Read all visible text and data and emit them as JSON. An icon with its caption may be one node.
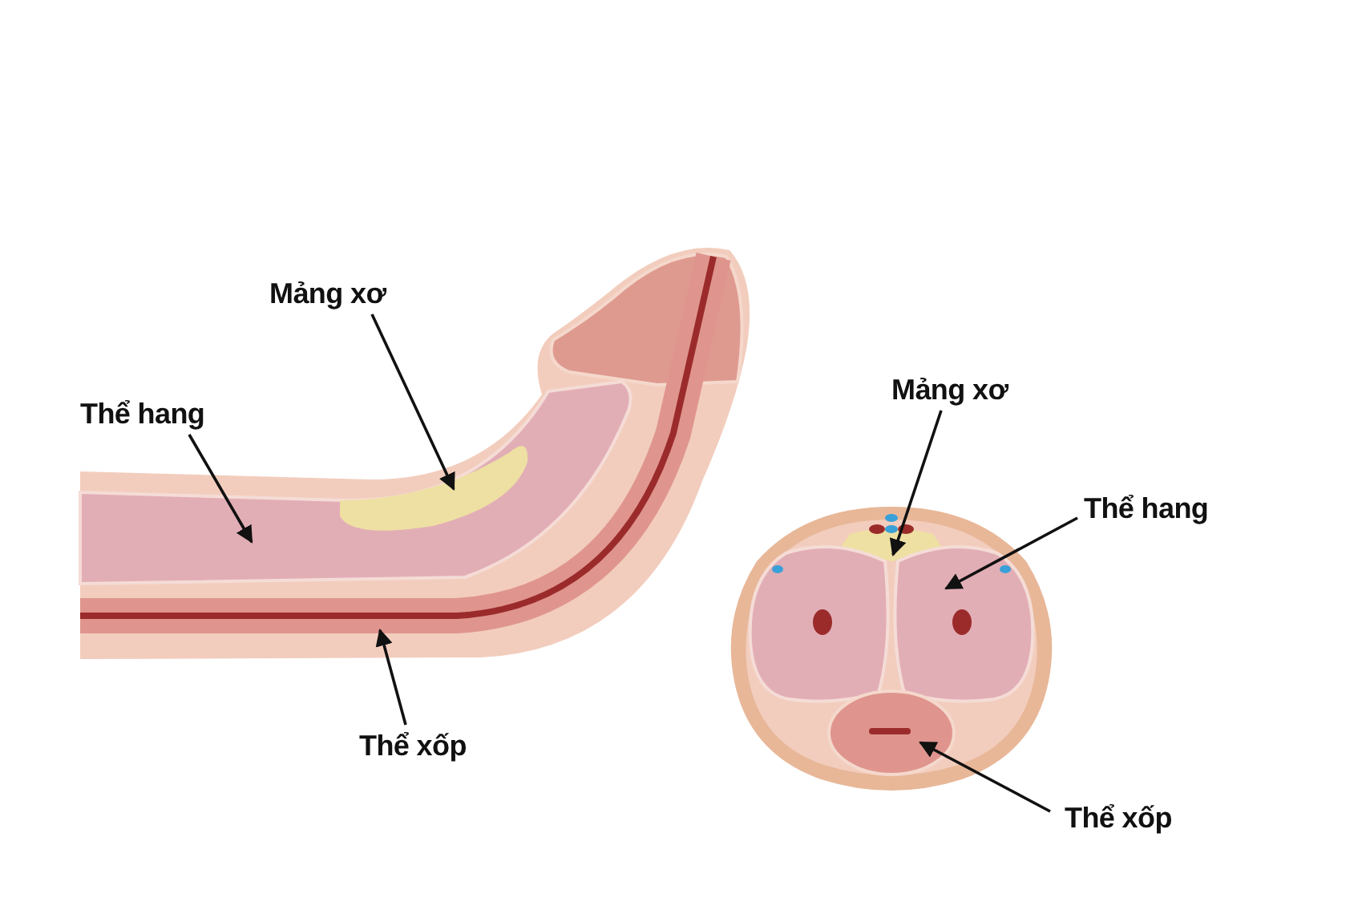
{
  "diagram": {
    "nodes": [
      {
        "text": [
          "Mảng xơ"
        ]
      },
      {
        "text": [
          "Thể hang"
        ]
      },
      {
        "text": [
          "Thể xốp"
        ]
      },
      {
        "text": [
          "Mảng xơ"
        ]
      },
      {
        "text": [
          "Thể hang"
        ]
      },
      {
        "text": [
          "Thể xốp"
        ]
      }
    ],
    "edges": [
      {
        "from": 0,
        "to": null,
        "arrow": "to"
      },
      {
        "from": 1,
        "to": null,
        "arrow": "to"
      },
      {
        "from": 2,
        "to": null,
        "arrow": "to"
      },
      {
        "from": 3,
        "to": null,
        "arrow": "to"
      },
      {
        "from": 4,
        "to": null,
        "arrow": "to"
      },
      {
        "from": 5,
        "to": null,
        "arrow": "to"
      }
    ]
  }
}
